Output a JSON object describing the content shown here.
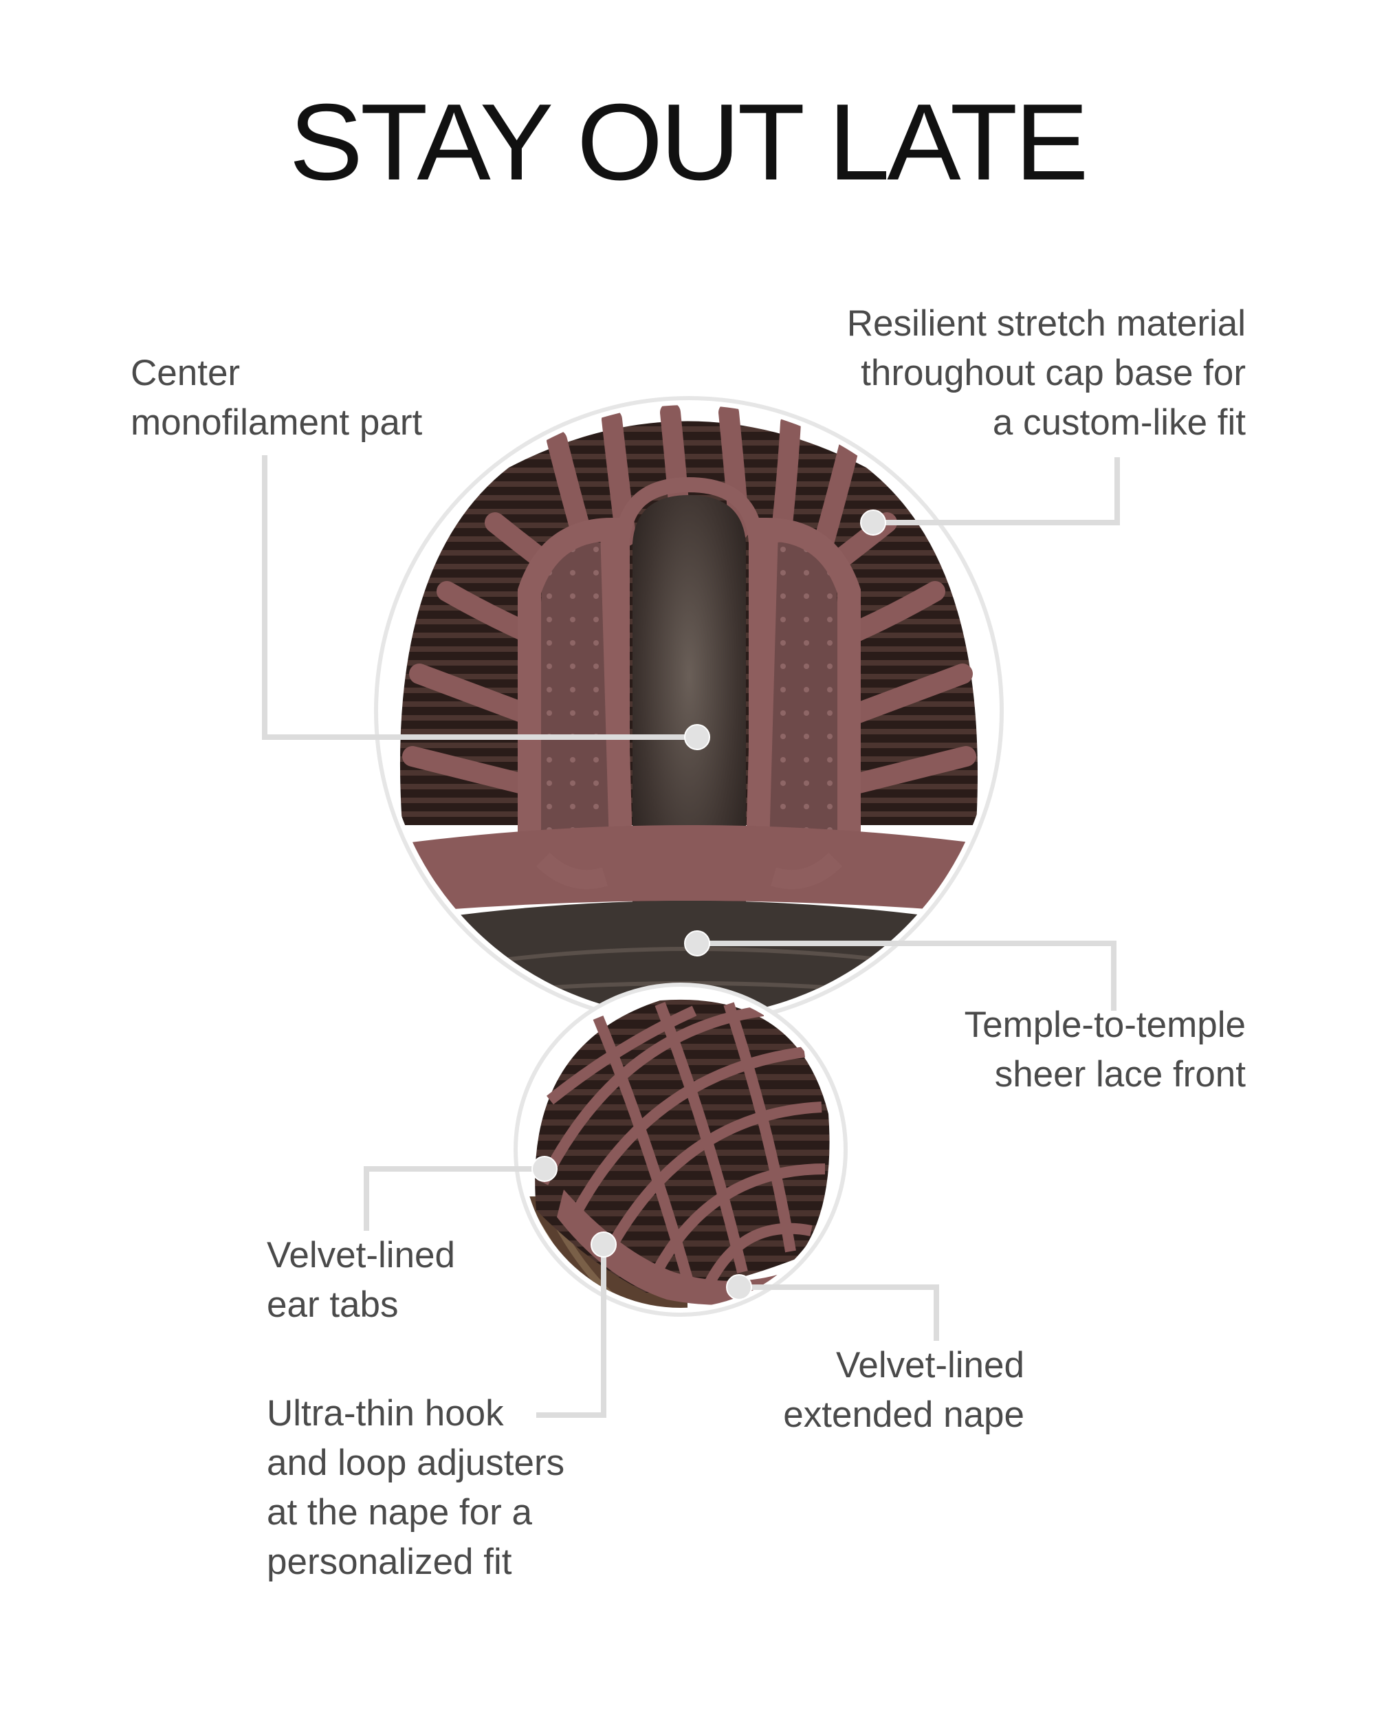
{
  "title": "STAY OUT LATE",
  "callouts": {
    "monofilament": "Center\nmonofilament part",
    "stretch": "Resilient stretch material\nthroughout cap base for\na custom-like fit",
    "lace_front": "Temple-to-temple\nsheer lace front",
    "ear_tabs": "Velvet-lined\near tabs",
    "hook_loop": "Ultra-thin hook\nand loop adjusters\nat the nape for a\npersonalized fit",
    "nape": "Velvet-lined\nextended nape"
  },
  "colors": {
    "cap_band": "#8a5a5a",
    "cap_mesh_dark": "#2e1f1c",
    "monofilament": "#4a403b",
    "leader_line": "#dcdcdc",
    "label_text": "#4a4a4a",
    "title_text": "#111111"
  }
}
